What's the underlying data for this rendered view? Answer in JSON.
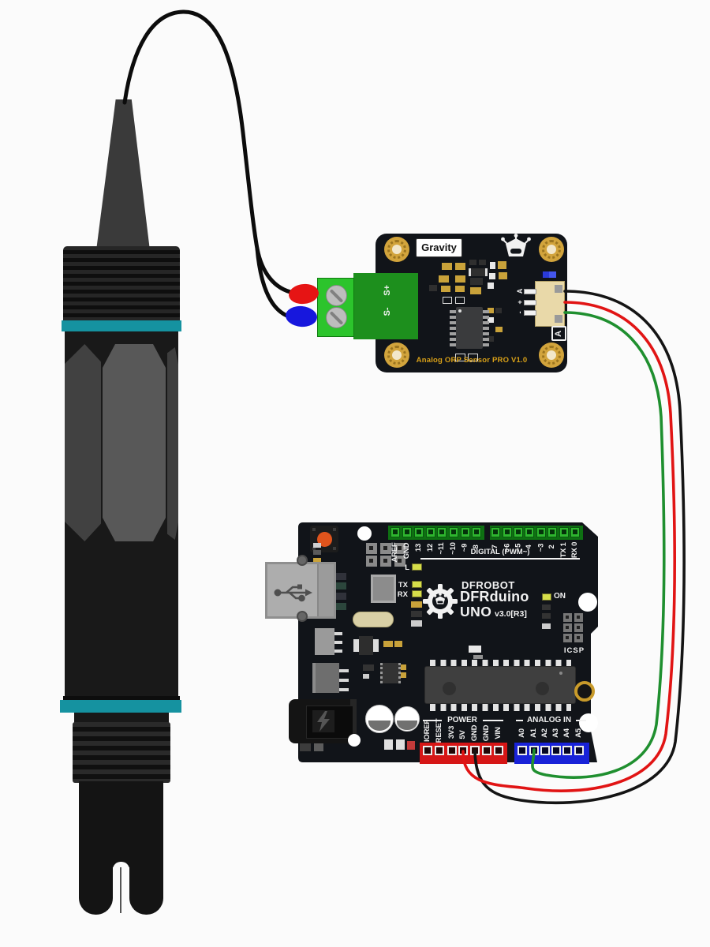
{
  "adapter": {
    "brand": "Gravity",
    "terminal_pins": [
      "S+",
      "S-"
    ],
    "connector_pins": [
      "A",
      "+",
      "-"
    ],
    "interface_marker": "A",
    "board_label": "Analog ORP Sensor PRO V1.0"
  },
  "arduino": {
    "brand": "DFROBOT",
    "model": "DFRduino",
    "series": "UNO",
    "version": "v3.0[R3]",
    "digital_section_label": "DIGITAL (PWM~)",
    "digital_pins_left": [
      "AREF",
      "GND",
      "13",
      "12",
      "~11",
      "~10",
      "~9",
      "8"
    ],
    "digital_pins_right": [
      "7",
      "~6",
      "~5",
      "4",
      "~3",
      "2",
      "TX 1",
      "RX 0"
    ],
    "leds": {
      "l": "L",
      "tx": "TX",
      "rx": "RX",
      "on": "ON"
    },
    "icsp_label": "ICSP",
    "power_section_label": "POWER",
    "power_pins": [
      "IOREF",
      "RESET",
      "3V3",
      "5V",
      "GND",
      "GND",
      "VIN"
    ],
    "analog_section_label": "ANALOG IN",
    "analog_pins": [
      "A0",
      "A1",
      "A2",
      "A3",
      "A4",
      "A5"
    ]
  },
  "colors": {
    "probe_teal_band": "#1592a0",
    "terminal_green_light": "#2cc42c",
    "terminal_green_dark": "#1d8f1d",
    "pcb_black": "#111419",
    "gold_pad": "#d2a43c",
    "header_green": "#2eb62e",
    "header_red": "#d61616",
    "header_blue": "#1822d8",
    "wire_red": "#e11414",
    "wire_green": "#1f8f2f",
    "wire_black": "#141414",
    "silk_yellow": "#d8a018"
  }
}
